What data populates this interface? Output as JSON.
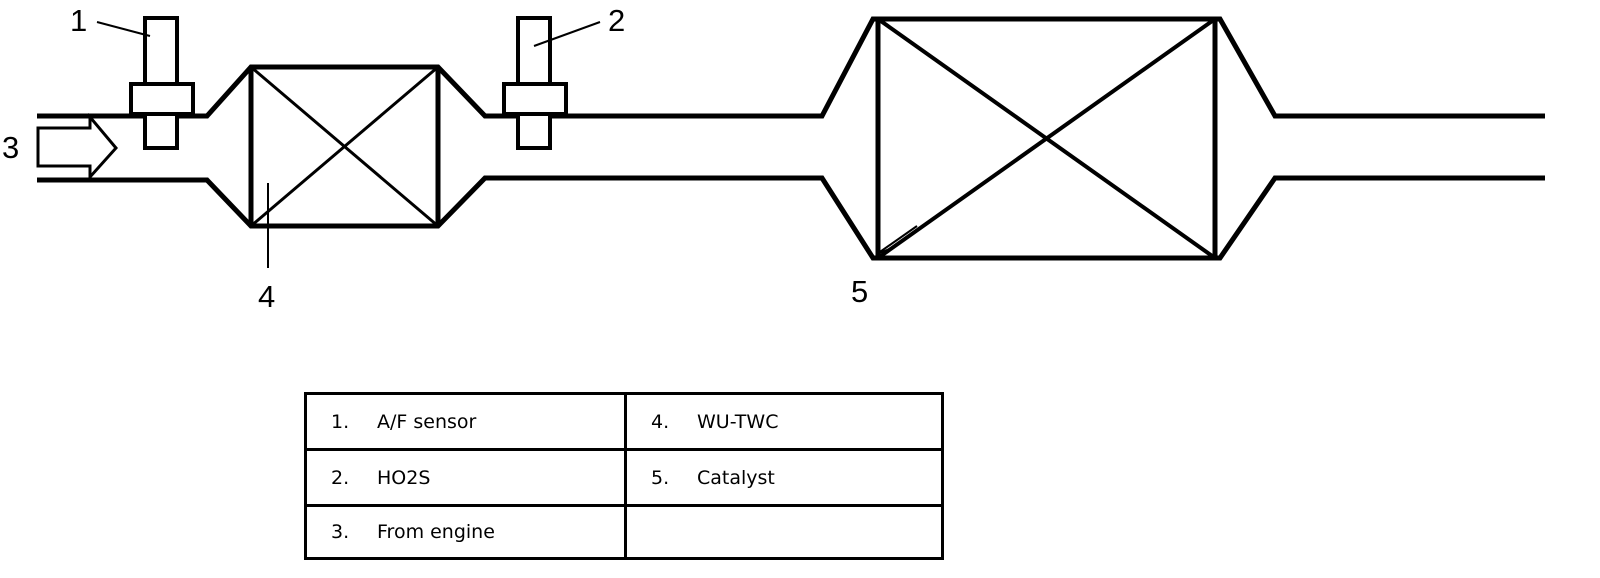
{
  "labels": {
    "sensor1": "1",
    "sensor2": "2",
    "inlet": "3",
    "wu_twc": "4",
    "catalyst": "5"
  },
  "legend": [
    {
      "num": "1.",
      "text": "A/F sensor"
    },
    {
      "num": "4.",
      "text": "WU-TWC"
    },
    {
      "num": "2.",
      "text": "HO2S"
    },
    {
      "num": "5.",
      "text": "Catalyst"
    },
    {
      "num": "3.",
      "text": "From engine"
    },
    {
      "num": "",
      "text": ""
    }
  ]
}
